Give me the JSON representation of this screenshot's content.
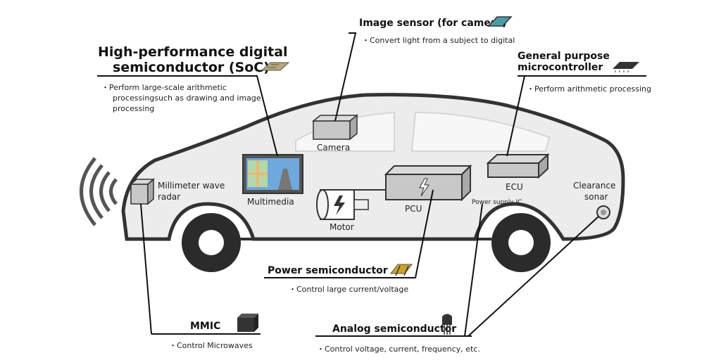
{
  "soc": {
    "title_line1": "High-performance digital",
    "title_line2": "semiconductor (SoC)",
    "desc_line1": "・Perform large-scale arithmetic",
    "desc_line2": "processingsuch as  drawing and image",
    "desc_line3": "processing"
  },
  "image_sensor": {
    "title": "Image sensor (for camera)",
    "desc": "・Convert light from a subject to digital"
  },
  "mcu": {
    "title_line1": "General purpose",
    "title_line2": "microcontroller",
    "desc": "・Perform arithmetic processing"
  },
  "power": {
    "title": "Power semiconductor",
    "desc": "・Control large current/voltage"
  },
  "mmic": {
    "title": "MMIC",
    "desc": "・Control Microwaves"
  },
  "analog": {
    "title": "Analog semiconductor",
    "desc": "・Control voltage, current, frequency, etc."
  },
  "components": {
    "radar_line1": "Millimeter wave",
    "radar_line2": "radar",
    "camera": "Camera",
    "multimedia": "Multimedia",
    "motor": "Motor",
    "pcu": "PCU",
    "ecu": "ECU",
    "power_supply_ic": "Power supply IC",
    "sonar_line1": "Clearance",
    "sonar_line2": "sonar"
  },
  "colors": {
    "car_fill": "#ececec",
    "car_outline": "#333333",
    "component_fill": "#c8c8c8",
    "wheel": "#2b2b2b"
  }
}
